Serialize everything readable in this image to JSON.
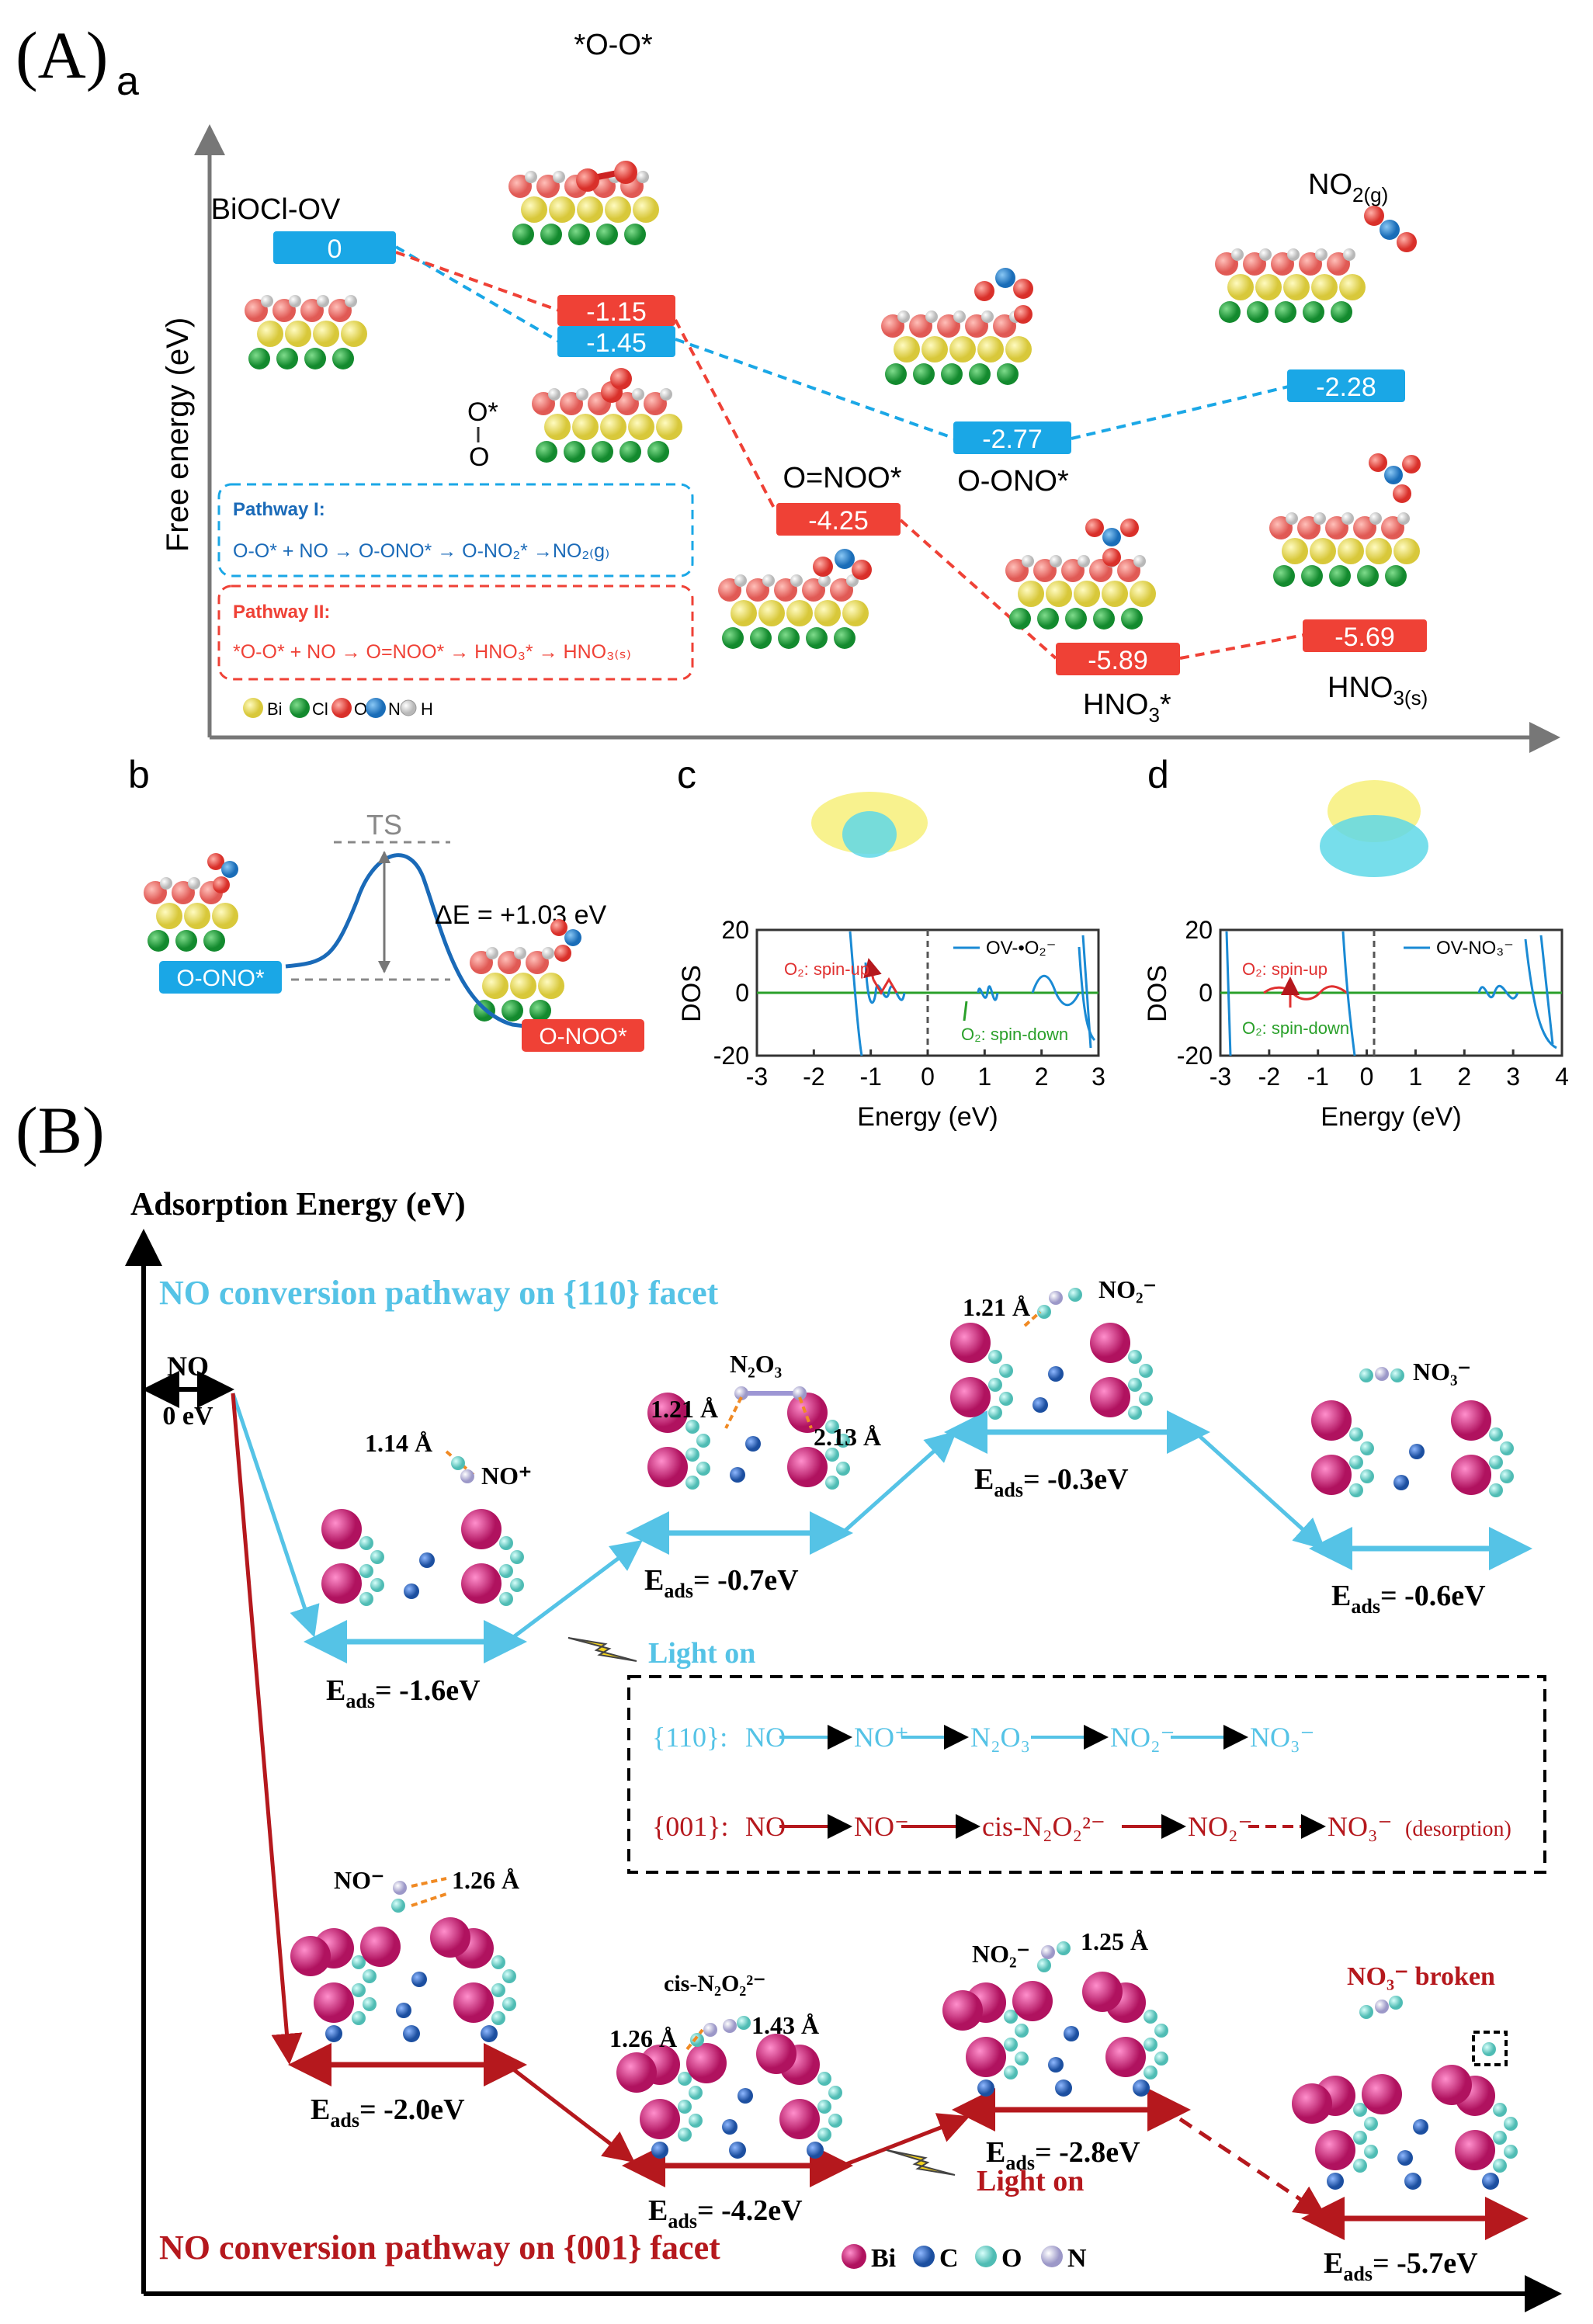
{
  "panelA": {
    "label": "(A)",
    "sublabel": "a",
    "ylabel": "Free energy (eV)",
    "species": {
      "biocl_ov": "BiOCl-OV",
      "o_o": "*O-O*",
      "o_star": "O*",
      "o_star_sub": "O",
      "o_ono": "O-ONO*",
      "o_noo": "O=NOO*",
      "no2g_main": "NO",
      "no2g_sub": "2(g)",
      "hno3_star_main": "HNO",
      "hno3_star_sub": "3",
      "hno3_star_tail": "*",
      "hno3s_main": "HNO",
      "hno3s_sub": "3(s)"
    },
    "values": {
      "v0": "0",
      "v115": "-1.15",
      "v145": "-1.45",
      "v277": "-2.77",
      "v228": "-2.28",
      "v425": "-4.25",
      "v589": "-5.89",
      "v569": "-5.69"
    },
    "pathway1_title": "Pathway I:",
    "pathway1_text": "O-O* + NO → O-ONO* → O-NO₂* →NO₂₍ɡ₎",
    "pathway2_title": "Pathway II:",
    "pathway2_text": "*O-O* + NO → O=NOO* → HNO₃* → HNO₃₍ₛ₎",
    "legend": [
      "Bi",
      "Cl",
      "O",
      "N",
      "H"
    ]
  },
  "panelB": {
    "label": "b",
    "ts": "TS",
    "delta_e": "ΔE = +1.03 eV",
    "left_state": "O-ONO*",
    "right_state": "O-NOO*"
  },
  "panelC": {
    "label": "c",
    "ylabel": "DOS",
    "xlabel": "Energy (eV)",
    "legend": "OV-•O₂⁻",
    "spin_up": "O₂: spin-up",
    "spin_down": "O₂: spin-down",
    "xticks": [
      "-3",
      "-2",
      "-1",
      "0",
      "1",
      "2",
      "3"
    ],
    "yticks": [
      "20",
      "0",
      "-20"
    ]
  },
  "panelD": {
    "label": "d",
    "ylabel": "DOS",
    "xlabel": "Energy (eV)",
    "legend": "OV-NO₃⁻",
    "spin_up": "O₂: spin-up",
    "spin_down": "O₂: spin-down",
    "xticks": [
      "-3",
      "-2",
      "-1",
      "0",
      "1",
      "2",
      "3",
      "4"
    ],
    "yticks": [
      "20",
      "0",
      "-20"
    ]
  },
  "panelB2": {
    "label": "(B)",
    "ylabel": "Adsorption Energy (eV)",
    "title110": "NO conversion pathway on {110} facet",
    "title001": "NO conversion pathway on {001} facet",
    "start_no": "NO",
    "start_ev": "0 eV",
    "e110": [
      "-1.6eV",
      "-0.7eV",
      "-0.3eV",
      "-0.6eV"
    ],
    "e001": [
      "-2.0eV",
      "-4.2eV",
      "-2.8eV",
      "-5.7eV"
    ],
    "e_prefix": "E",
    "e_sub": "ads",
    "e_eq": "= ",
    "light_on": "Light on",
    "labels": {
      "no_plus": "NO⁺",
      "d114": "1.14 Å",
      "n2o3": "N₂O₃",
      "d121a": "1.21 Å",
      "d213": "2.13 Å",
      "d121b": "1.21 Å",
      "no2m_a": "NO₂⁻",
      "no3m": "NO₃⁻",
      "no_minus": "NO⁻",
      "d126a": "1.26 Å",
      "cis": "cis-N₂O₂²⁻",
      "d126b": "1.26 Å",
      "d143": "1.43 Å",
      "no2m_b": "NO₂⁻",
      "d125": "1.25 Å",
      "no3_broken": "NO₃⁻ broken"
    },
    "scheme110_prefix": "{110}: ",
    "scheme110": [
      "NO",
      "NO⁺",
      "N₂O₃",
      "NO₂⁻",
      "NO₃⁻"
    ],
    "scheme001_prefix": "{001}: ",
    "scheme001": [
      "NO",
      "NO⁻",
      "cis-N₂O₂²⁻",
      "NO₂⁻",
      "NO₃⁻"
    ],
    "scheme001_tail": "(desorption)",
    "legend": [
      "Bi",
      "C",
      "O",
      "N"
    ]
  },
  "colors": {
    "blue_box": "#1aa7e6",
    "red_box": "#ef4136",
    "cyan_path": "#55c3e6",
    "dark_red": "#b5181d",
    "bi_pink": "#d0207a",
    "n_blue": "#2f7bc4",
    "o_teal": "#6fd3cc"
  }
}
